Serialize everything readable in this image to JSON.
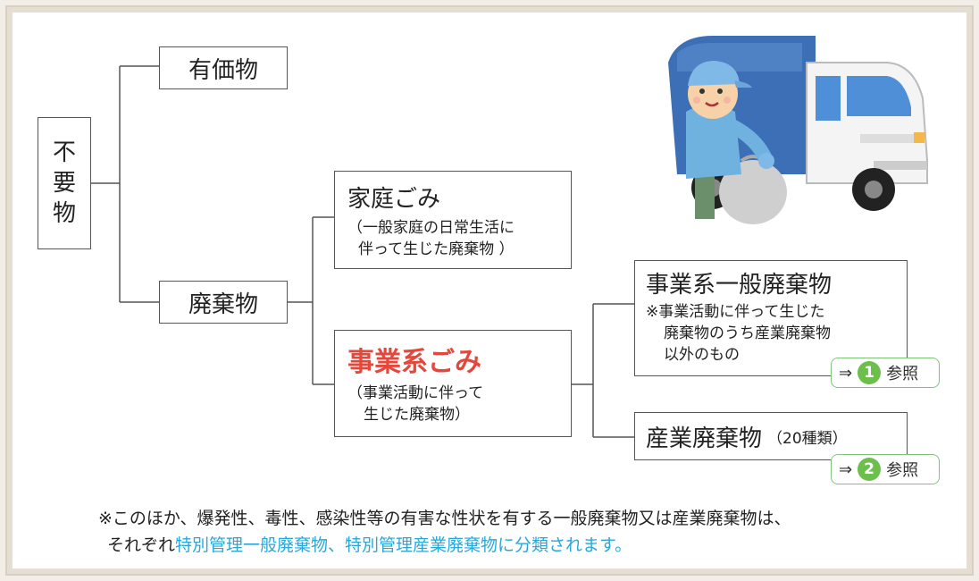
{
  "tree": {
    "root": [
      "不",
      "要",
      "物"
    ],
    "valuable": "有価物",
    "waste": "廃棄物",
    "household": {
      "title": "家庭ごみ",
      "desc1": "（一般家庭の日常生活に",
      "desc2": "伴って生じた廃棄物 ）"
    },
    "business": {
      "title": "事業系ごみ",
      "desc1": "（事業活動に伴って",
      "desc2": "生じた廃棄物）"
    },
    "biz_general": {
      "title": "事業系一般廃棄物",
      "note1": "※事業活動に伴って生じた",
      "note2": "廃棄物のうち産業廃棄物",
      "note3": "以外のもの"
    },
    "industrial": {
      "title": "産業廃棄物",
      "count": "（20種類）"
    },
    "refs": [
      {
        "arrow": "⇒",
        "num": "1",
        "label": "参照"
      },
      {
        "arrow": "⇒",
        "num": "2",
        "label": "参照"
      }
    ]
  },
  "footnote": {
    "line1": "※このほか、爆発性、毒性、感染性等の有害な性状を有する一般廃棄物又は産業廃棄物は、",
    "line2_prefix": "それぞれ",
    "line2_highlight": "特別管理一般廃棄物、特別管理産業廃棄物に分類されます。"
  },
  "colors": {
    "accent_red": "#e4473b",
    "highlight_blue": "#2aa7d9",
    "ref_green": "#6cbf4a"
  },
  "illustration": "garbage-truck-worker-illustration"
}
